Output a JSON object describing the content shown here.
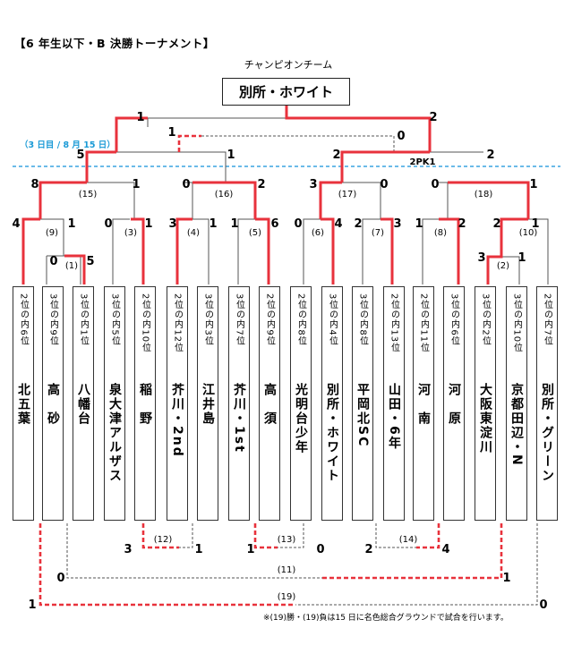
{
  "title": "【6 年生以下・B 決勝トーナメント】",
  "champion": {
    "label": "チャンピオンチーム",
    "name": "別所・ホワイト"
  },
  "day_note": "（3 日目 / 8 月 15 日）",
  "footnote": "※(19)勝・(19)負は15 日に名色総合グラウンドで試合を行います。",
  "teams": [
    {
      "seed": "2位の内6位",
      "name": "北五葉"
    },
    {
      "seed": "3位の内9位",
      "name": "高　砂"
    },
    {
      "seed": "3位の内1位",
      "name": "八幡台"
    },
    {
      "seed": "3位の内5位",
      "name": "泉大津アルザス"
    },
    {
      "seed": "2位の内10位",
      "name": "稲　野"
    },
    {
      "seed": "2位の内12位",
      "name": "芥川・2nd"
    },
    {
      "seed": "3位の内3位",
      "name": "江井島"
    },
    {
      "seed": "3位の内7位",
      "name": "芥川・1st"
    },
    {
      "seed": "2位の内9位",
      "name": "高　須"
    },
    {
      "seed": "2位の内8位",
      "name": "光明台少年"
    },
    {
      "seed": "3位の内4位",
      "name": "別所・ホワイト"
    },
    {
      "seed": "3位の内8位",
      "name": "平岡北SC"
    },
    {
      "seed": "2位の内13位",
      "name": "山田・6年"
    },
    {
      "seed": "2位の内11位",
      "name": "河　南"
    },
    {
      "seed": "3位の内6位",
      "name": "河　原"
    },
    {
      "seed": "3位の内2位",
      "name": "大阪東淀川"
    },
    {
      "seed": "3位の内10位",
      "name": "京都田辺・N"
    },
    {
      "seed": "2位の内7位",
      "name": "別所・グリーン"
    }
  ],
  "match_labels": {
    "m1": "(1)",
    "m2": "(2)",
    "m3": "(3)",
    "m4": "(4)",
    "m5": "(5)",
    "m6": "(6)",
    "m7": "(7)",
    "m8": "(8)",
    "m9": "(9)",
    "m10": "(10)",
    "m11": "(11)",
    "m12": "(12)",
    "m13": "(13)",
    "m14": "(14)",
    "m15": "(15)",
    "m16": "(16)",
    "m17": "(17)",
    "m18": "(18)",
    "m19": "(19)"
  },
  "scores": {
    "s1a": "0",
    "s1b": "5",
    "s2a": "3",
    "s2b": "1",
    "s3a": "0",
    "s3b": "1",
    "s4a": "3",
    "s4b": "1",
    "s5a": "1",
    "s5b": "6",
    "s6a": "0",
    "s6b": "4",
    "s7a": "2",
    "s7b": "3",
    "s8a": "1",
    "s8b": "2",
    "s9a": "4",
    "s9b": "1",
    "s10a": "2",
    "s10b": "1",
    "s15a": "8",
    "s15b": "1",
    "s16a": "0",
    "s16b": "2",
    "s17a": "3",
    "s17b": "0",
    "s18a": "0",
    "s18b": "1",
    "sfl": "5",
    "sfr": "1",
    "sfl2": "2",
    "sfr2": "2",
    "pk": "2PK1",
    "sfinal_l": "1",
    "sfinal_r": "2",
    "s3rd_l": "1",
    "s3rd_r": "0",
    "s12a": "3",
    "s12b": "1",
    "s13a": "1",
    "s13b": "0",
    "s14a": "2",
    "s14b": "4",
    "s11a": "0",
    "s11b": "1",
    "s19a": "1",
    "s19b": "0"
  },
  "colors": {
    "win": "#e8323c",
    "line": "#555555",
    "day_line": "#3aa3e0",
    "note": "#1a9ad6"
  }
}
